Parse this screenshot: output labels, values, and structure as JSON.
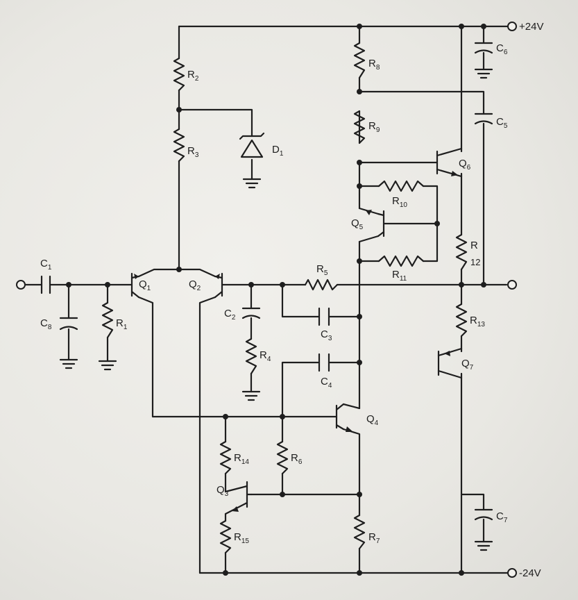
{
  "supply": {
    "positive": "+24V",
    "negative": "-24V"
  },
  "resistors": [
    {
      "id": "R2",
      "main": "R",
      "sub": "2"
    },
    {
      "id": "R3",
      "main": "R",
      "sub": "3"
    },
    {
      "id": "R1",
      "main": "R",
      "sub": "1"
    },
    {
      "id": "R4",
      "main": "R",
      "sub": "4"
    },
    {
      "id": "R5",
      "main": "R",
      "sub": "5"
    },
    {
      "id": "R6",
      "main": "R",
      "sub": "6"
    },
    {
      "id": "R7",
      "main": "R",
      "sub": "7"
    },
    {
      "id": "R8",
      "main": "R",
      "sub": "8"
    },
    {
      "id": "R9",
      "main": "R",
      "sub": "9"
    },
    {
      "id": "R10",
      "main": "R",
      "sub": "10"
    },
    {
      "id": "R11",
      "main": "R",
      "sub": "11"
    },
    {
      "id": "R12",
      "main": "R",
      "sub": "12"
    },
    {
      "id": "R13",
      "main": "R",
      "sub": "13"
    },
    {
      "id": "R14",
      "main": "R",
      "sub": "14"
    },
    {
      "id": "R15",
      "main": "R",
      "sub": "15"
    }
  ],
  "capacitors": [
    {
      "id": "C1",
      "main": "C",
      "sub": "1"
    },
    {
      "id": "C2",
      "main": "C",
      "sub": "2"
    },
    {
      "id": "C3",
      "main": "C",
      "sub": "3"
    },
    {
      "id": "C4",
      "main": "C",
      "sub": "4"
    },
    {
      "id": "C5",
      "main": "C",
      "sub": "5"
    },
    {
      "id": "C6",
      "main": "C",
      "sub": "6"
    },
    {
      "id": "C7",
      "main": "C",
      "sub": "7"
    },
    {
      "id": "C8",
      "main": "C",
      "sub": "8"
    }
  ],
  "transistors": [
    {
      "id": "Q1",
      "main": "Q",
      "sub": "1"
    },
    {
      "id": "Q2",
      "main": "Q",
      "sub": "2"
    },
    {
      "id": "Q3",
      "main": "Q",
      "sub": "3"
    },
    {
      "id": "Q4",
      "main": "Q",
      "sub": "4"
    },
    {
      "id": "Q5",
      "main": "Q",
      "sub": "5"
    },
    {
      "id": "Q6",
      "main": "Q",
      "sub": "6"
    },
    {
      "id": "Q7",
      "main": "Q",
      "sub": "7"
    }
  ],
  "diodes": [
    {
      "id": "D1",
      "main": "D",
      "sub": "1"
    }
  ]
}
